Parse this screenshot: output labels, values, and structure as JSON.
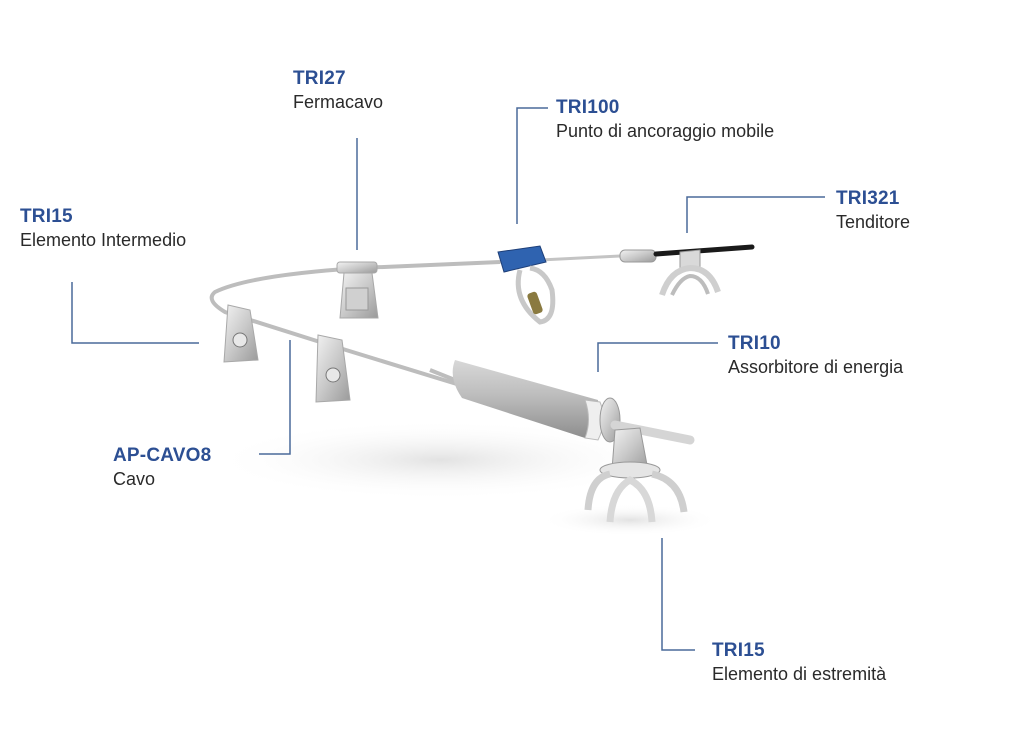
{
  "diagram": {
    "subject": "Horizontal lifeline cable system",
    "accent_color": "#2c4f93",
    "leader_color": "#4a6a9a",
    "components": [
      {
        "id": "tri27",
        "code": "TRI27",
        "name": "Fermacavo"
      },
      {
        "id": "tri100",
        "code": "TRI100",
        "name": "Punto di ancoraggio mobile"
      },
      {
        "id": "tri15-intermediate",
        "code": "TRI15",
        "name": "Elemento Intermedio"
      },
      {
        "id": "tri321",
        "code": "TRI321",
        "name": "Tenditore"
      },
      {
        "id": "tri10",
        "code": "TRI10",
        "name": "Assorbitore di energia"
      },
      {
        "id": "ap-cavo8",
        "code": "AP-CAVO8",
        "name": "Cavo"
      },
      {
        "id": "tri15-end",
        "code": "TRI15",
        "name": "Elemento di estremità"
      }
    ]
  }
}
